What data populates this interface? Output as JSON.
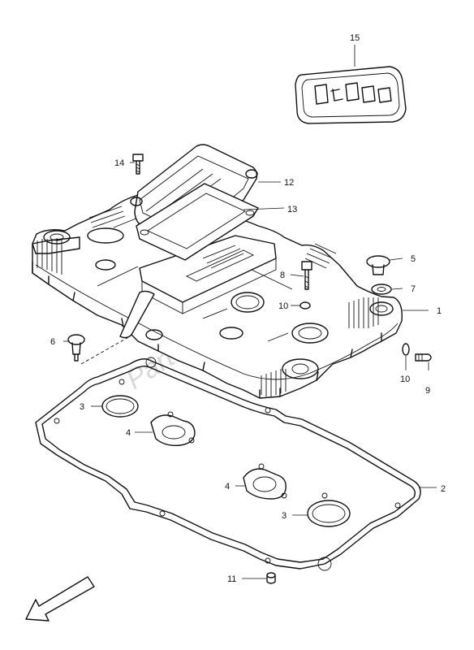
{
  "watermark": "PartsRepublik",
  "parts": [
    {
      "id": "15",
      "name": "label"
    },
    {
      "id": "14",
      "name": "bolt"
    },
    {
      "id": "12",
      "name": "breather-cover"
    },
    {
      "id": "13",
      "name": "gasket"
    },
    {
      "id": "5",
      "name": "cap"
    },
    {
      "id": "8",
      "name": "bolt"
    },
    {
      "id": "7",
      "name": "washer"
    },
    {
      "id": "10",
      "name": "washer"
    },
    {
      "id": "1",
      "name": "cylinder-head-cover"
    },
    {
      "id": "6",
      "name": "cap"
    },
    {
      "id": "10",
      "name": "washer"
    },
    {
      "id": "9",
      "name": "bolt"
    },
    {
      "id": "3",
      "name": "o-ring"
    },
    {
      "id": "4",
      "name": "o-ring"
    },
    {
      "id": "2",
      "name": "gasket"
    },
    {
      "id": "4",
      "name": "o-ring"
    },
    {
      "id": "3",
      "name": "o-ring"
    },
    {
      "id": "11",
      "name": "pin"
    }
  ],
  "direction_arrow": "front-direction-icon"
}
